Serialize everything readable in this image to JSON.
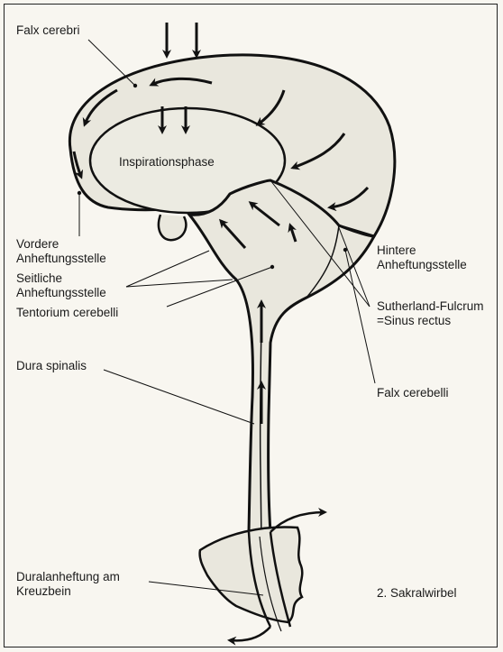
{
  "labels": {
    "falx_cerebri": "Falx cerebri",
    "inspirationsphase": "Inspirationsphase",
    "vordere_line1": "Vordere",
    "vordere_line2": "Anheftungsstelle",
    "hintere_line1": "Hintere",
    "hintere_line2": "Anheftungsstelle",
    "seitliche_line1": "Seitliche",
    "seitliche_line2": "Anheftungsstelle",
    "sutherland_line1": "Sutherland-Fulcrum",
    "sutherland_line2": "=Sinus rectus",
    "tentorium": "Tentorium cerebelli",
    "dura_spinalis": "Dura spinalis",
    "falx_cerebelli": "Falx cerebelli",
    "duralanheftung_line1": "Duralanheftung am",
    "duralanheftung_line2": "Kreuzbein",
    "sakralwirbel": "2. Sakralwirbel"
  },
  "colors": {
    "membrane_fill": "#e9e7dd",
    "stroke": "#111111",
    "background": "#f8f6f0"
  }
}
